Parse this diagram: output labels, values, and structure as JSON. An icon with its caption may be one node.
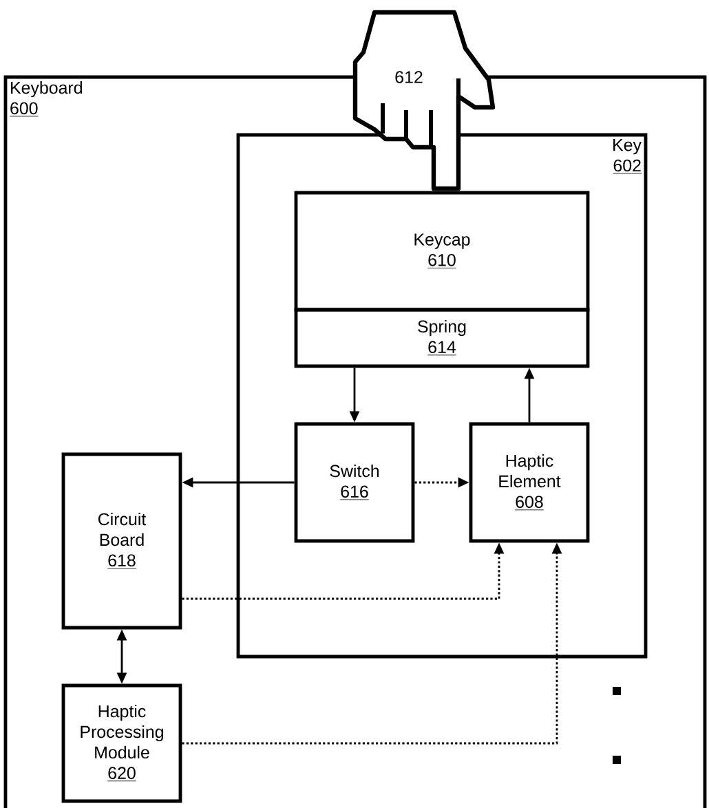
{
  "diagram": {
    "nodes": [
      {
        "text": [
          "Keyboard",
          "600"
        ]
      },
      {
        "text": [
          "Key",
          "602"
        ],
        "in": 0
      },
      {
        "text": [
          "612"
        ]
      },
      {
        "text": [
          "Keycap",
          "610"
        ],
        "in": 1
      },
      {
        "text": [
          "Spring",
          "614"
        ],
        "in": 1
      },
      {
        "text": [
          "Switch",
          "616"
        ],
        "in": 1
      },
      {
        "text": [
          "Haptic Element",
          "608"
        ],
        "in": 1
      },
      {
        "text": [
          "Circuit Board",
          "618"
        ],
        "in": 0
      },
      {
        "text": [
          "Haptic Processing Module",
          "620"
        ],
        "in": 0
      }
    ],
    "edges": [
      {
        "from": 4,
        "to": 5,
        "arrow": "to"
      },
      {
        "from": 6,
        "to": 4,
        "arrow": "to"
      },
      {
        "from": 5,
        "to": 7,
        "arrow": "to"
      },
      {
        "from": 5,
        "to": 6,
        "arrow": "to",
        "style": "dashed"
      },
      {
        "from": 7,
        "to": 6,
        "arrow": "to",
        "style": "dashed"
      },
      {
        "from": 7,
        "to": 8,
        "arrow": "both"
      },
      {
        "from": 8,
        "to": 6,
        "arrow": "to",
        "style": "dashed"
      }
    ]
  }
}
